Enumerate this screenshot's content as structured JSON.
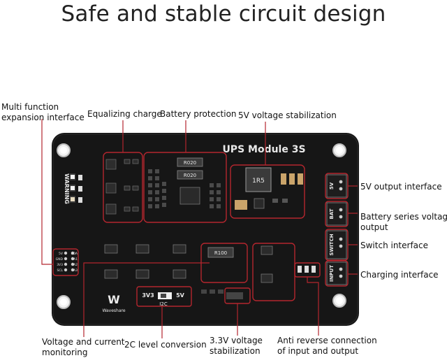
{
  "title": "Safe and stable circuit design",
  "board": {
    "name": "UPS Module 3S",
    "warning": "WARNING",
    "brand": "Waveshare",
    "i2c_3v3": "3V3",
    "i2c_5v": "5V",
    "i2c_label": "I2C",
    "port_5v": "5V",
    "port_bat": "BAT",
    "port_switch": "SWITCH",
    "port_input": "INPUT",
    "inductor": "1R5",
    "res_1": "R020",
    "res_2": "R020",
    "res_3": "R100",
    "header_pins": [
      "5V",
      "GND",
      "3V3",
      "SCL",
      "SDA",
      "A1",
      "A2",
      "A3"
    ]
  },
  "labels": {
    "multi_function": [
      "Multi function",
      "expansion interface"
    ],
    "equalizing": "Equalizing charge",
    "battery_protection": "Battery protection",
    "v5_stabilization": "5V voltage stabilization",
    "v5_output": "5V output interface",
    "battery_series": [
      "Battery series voltage",
      "output"
    ],
    "switch_interface": "Switch interface",
    "charging_interface": "Charging interface",
    "voltage_current": [
      "Voltage and current",
      "monitoring"
    ],
    "i2c_conversion": "2C level conversion",
    "v33_stabilization": [
      "3.3V voltage",
      "stabilization"
    ],
    "anti_reverse": [
      "Anti reverse connection",
      "of input and output"
    ]
  },
  "colors": {
    "board": "#161616",
    "annotation": "#b4262e",
    "silkscreen": "#e9e9e9"
  }
}
